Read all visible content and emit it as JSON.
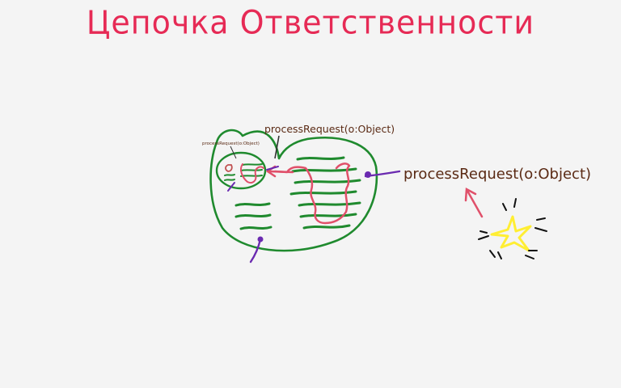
{
  "title": "Цепочка Ответственности",
  "labels": {
    "outer_method": "processRequest(o:Object)",
    "middle_method": "processRequest(o:Object)",
    "inner_method": "processRequest(o:Object)"
  },
  "colors": {
    "title": "#e62a55",
    "object_outline": "#1f8a2e",
    "code_lines": "#1f8a2e",
    "flow_path": "#e0506a",
    "entry_point": "#6a2ab0",
    "label_text": "#5a2a14",
    "star": "#ffee33",
    "star_rays": "#111111"
  },
  "icons": {
    "request_source": "star-icon"
  }
}
